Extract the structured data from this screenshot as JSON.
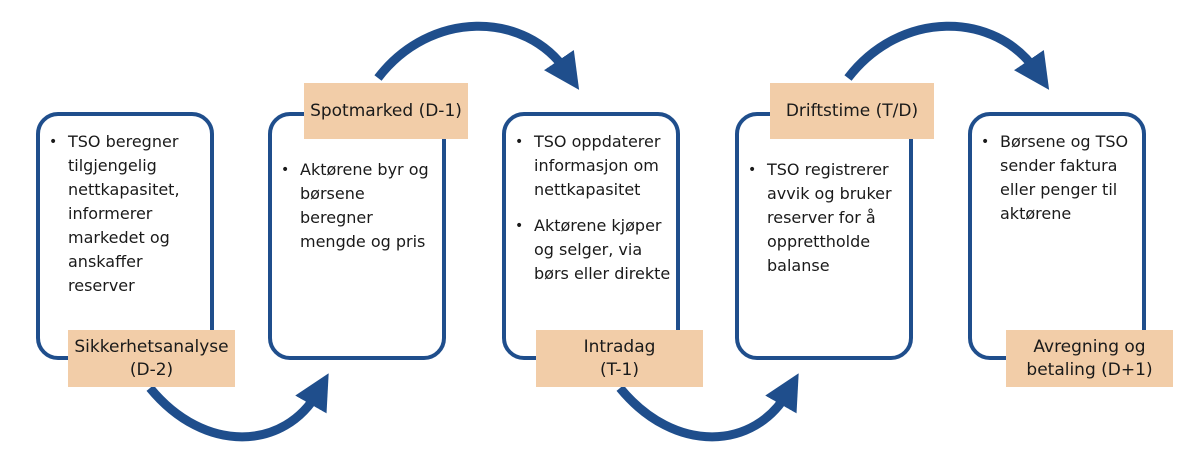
{
  "colors": {
    "border": "#1f4e8c",
    "arrow": "#1f4e8c",
    "label_fill": "#f2cda8"
  },
  "stages": [
    {
      "label": "Sikkerhetsanalyse\n(D-2)",
      "bullets": [
        "TSO beregner tilgjengelig nettkapasitet, informerer markedet og anskaffer reserver"
      ]
    },
    {
      "label": "Spotmarked (D-1)",
      "bullets": [
        "Aktørene byr og børsene beregner mengde og pris"
      ]
    },
    {
      "label": "Intradag\n(T-1)",
      "bullets": [
        "TSO oppdaterer informasjon om nettkapasitet",
        "Aktørene kjøper og selger, via børs eller direkte"
      ]
    },
    {
      "label": "Driftstime (T/D)",
      "bullets": [
        "TSO registrerer avvik og bruker reserver for å opprettholde balanse"
      ]
    },
    {
      "label": "Avregning og\nbetaling (D+1)",
      "bullets": [
        "Børsene og TSO sender faktura eller penger til aktørene"
      ]
    }
  ]
}
